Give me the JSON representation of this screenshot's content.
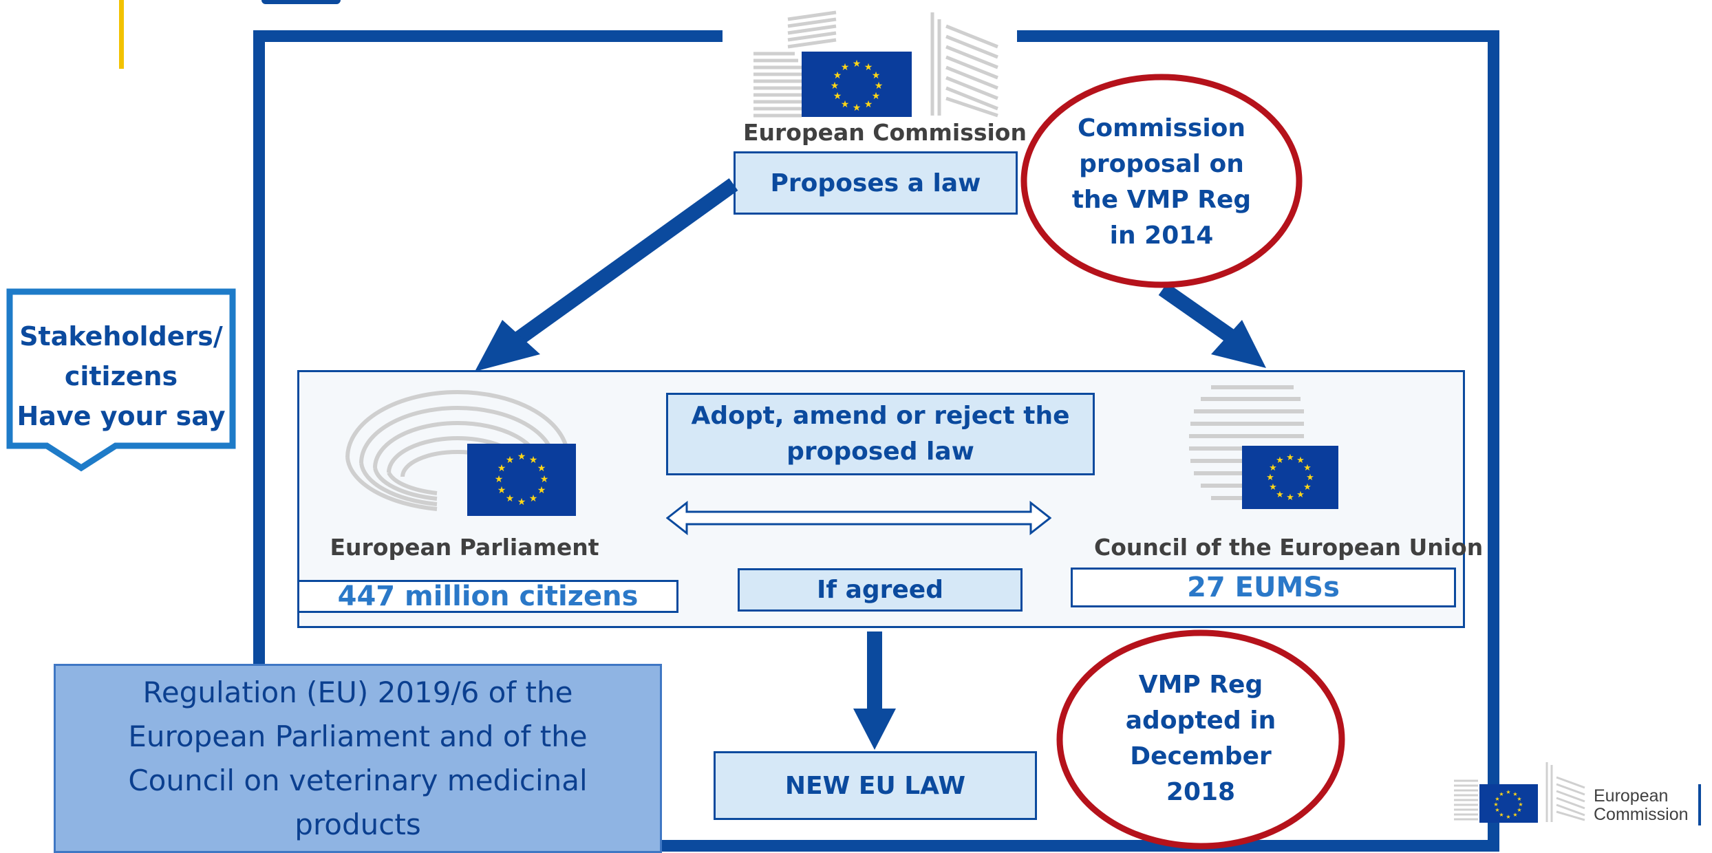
{
  "commission": {
    "label": "European Commission",
    "action": "Proposes a law"
  },
  "oval_top": {
    "lines": [
      "Commission",
      "proposal on",
      "the VMP Reg",
      "in 2014"
    ]
  },
  "stakeholders": {
    "lines": [
      "Stakeholders/",
      "citizens",
      "Have your say"
    ]
  },
  "parliament": {
    "label": "European Parliament",
    "count": "447 million citizens"
  },
  "council": {
    "label": "Council of the European Union",
    "count": "27 EUMSs"
  },
  "middle": {
    "action_lines": [
      "Adopt, amend or reject the",
      "proposed law"
    ],
    "condition": "If agreed"
  },
  "new_law": {
    "label": "NEW EU LAW"
  },
  "oval_bottom": {
    "lines": [
      "VMP Reg",
      "adopted in",
      "December",
      "2018"
    ]
  },
  "regulation": {
    "lines": [
      "Regulation (EU) 2019/6 of the",
      "European Parliament and of the",
      "Council on veterinary medicinal",
      "products"
    ]
  },
  "footer_logo": {
    "lines": [
      "European",
      "Commission"
    ]
  },
  "colors": {
    "frame_blue": "#0b4a9e",
    "accent_blue": "#2a78c8",
    "oval_red": "#b5121b",
    "flag_blue": "#0a3d9c",
    "flag_star": "#ffd617",
    "light_fill": "#d6e8f7",
    "regulation_fill": "#8fb4e3",
    "logo_yellow": "#f2c200"
  }
}
